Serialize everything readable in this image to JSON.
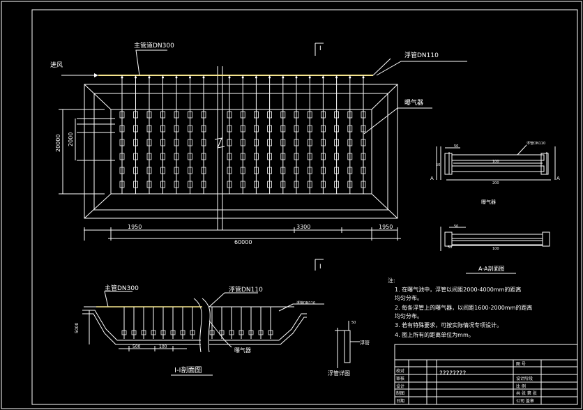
{
  "plan": {
    "main_pipe_label": "主管道DN300",
    "inlet_label": "进风",
    "float_pipe_label": "浮管DN110",
    "aerator_label": "曝气器",
    "section_mark": "I",
    "dim_total_width": "20000",
    "dim_aerator_pitch": "2000",
    "dim_left_end": "1950",
    "dim_pipe_pitch": "3300",
    "dim_right_end": "1950",
    "dim_total_length": "60000"
  },
  "detail_aa": {
    "title": "A-A剖面图",
    "sub_label": "曝气器",
    "pipe_callout": "浮管DN110",
    "section_letter": "A",
    "dim_top": "50",
    "dim_mid": "100",
    "dim_bottom": "200",
    "dim_left": "50",
    "dim_second_top": "50",
    "dim_second_mid": "100",
    "dim_second_left": "50"
  },
  "section": {
    "title": "I-I剖面图",
    "main_pipe_label": "主管DN300",
    "float_pipe_label": "浮管DN110",
    "aerator_label": "曝气器",
    "float_callout": "浮管DN110",
    "depth_dim": "5000",
    "dim_a": "500",
    "dim_b": "100"
  },
  "float_detail": {
    "title": "浮管详图",
    "label": "浮管",
    "dim": "50"
  },
  "notes": {
    "heading": "注:",
    "lines": [
      "1. 在曝气池中，浮管以间距2000-4000mm的距离",
      "    均匀分布。",
      "2. 每条浮管上的曝气器，以间距1600-2000mm的距离",
      "    均匀分布。",
      "3. 若有特殊要求，可按实际情况专项设计。",
      "4. 图上所有的距离单位为mm。"
    ]
  },
  "title_block": {
    "drawing_name": "????????",
    "left_rows": [
      "校对",
      "审核",
      "设计",
      "制图",
      "日期"
    ],
    "right_rows": [
      "图 号",
      "设计阶段",
      "比 例",
      "共 张 第 张",
      "公司 盖章"
    ]
  },
  "colors": {
    "line": "#ffffff",
    "pipe": "#f6e58d",
    "bg": "#000000"
  }
}
